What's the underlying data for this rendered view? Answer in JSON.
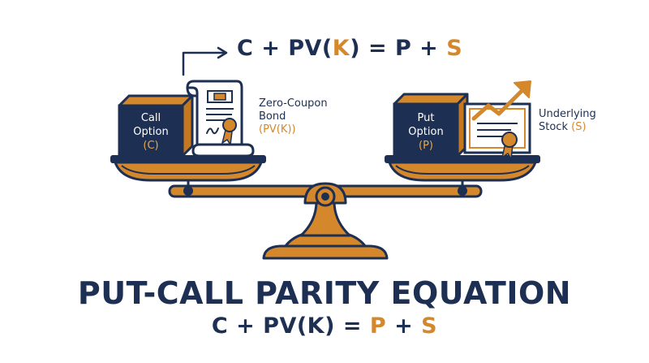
{
  "equation_top": {
    "lhs": "C + PV(",
    "k": "K",
    "mid": ") = P + ",
    "s": "S"
  },
  "left_pan": {
    "call_box": {
      "line1": "Call",
      "line2": "Option",
      "line3": "(C)"
    },
    "bond_label": {
      "line1": "Zero-Coupon",
      "line2": "Bond",
      "line3": "(PV(K))"
    }
  },
  "right_pan": {
    "put_box": {
      "line1": "Put",
      "line2": "Option",
      "line3": "(P)"
    },
    "stock_label": {
      "line1": "Underlying",
      "line2": "Stock ",
      "line3": "(S)"
    }
  },
  "title": "PUT-CALL PARITY EQUATION",
  "equation_bottom": {
    "lhs": "C + PV(K) = ",
    "p": "P",
    "plus": " + ",
    "s": "S"
  },
  "colors": {
    "navy": "#1d2f52",
    "gold": "#d4882b",
    "light_gold": "#e9a64a"
  },
  "icons": [
    "arrow-icon",
    "cube-icon",
    "bond-scroll-icon",
    "ribbon-icon",
    "certificate-icon",
    "trend-arrow-icon",
    "balance-scale-icon"
  ]
}
